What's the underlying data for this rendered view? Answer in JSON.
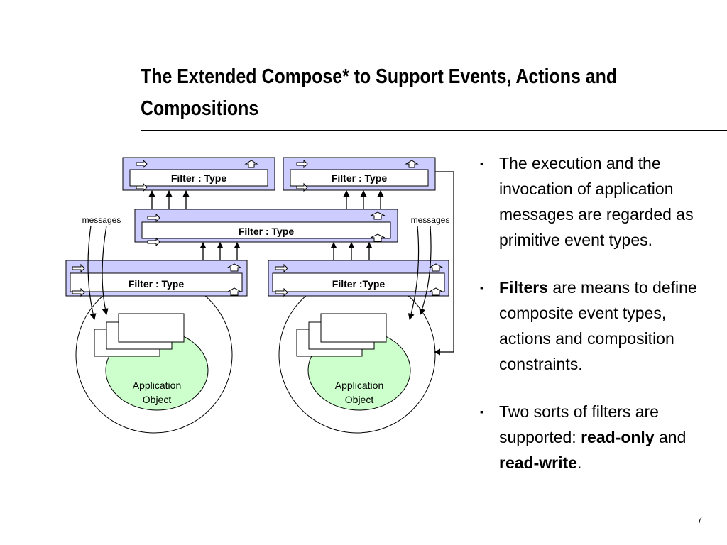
{
  "slide": {
    "title": "The Extended Compose* to Support Events, Actions and Compositions",
    "page_number": "7"
  },
  "bullets": [
    {
      "parts": [
        {
          "text": "The execution and the invocation of application messages are regarded as primitive event types.",
          "bold": false
        }
      ]
    },
    {
      "parts": [
        {
          "text": "Filters",
          "bold": true
        },
        {
          "text": " are means to define composite event types, actions and composition constraints.",
          "bold": false
        }
      ]
    },
    {
      "parts": [
        {
          "text": "Two sorts of filters are supported: ",
          "bold": false
        },
        {
          "text": "read-only",
          "bold": true
        },
        {
          "text": " and ",
          "bold": false
        },
        {
          "text": "read-write",
          "bold": true
        },
        {
          "text": ".",
          "bold": false
        }
      ]
    }
  ],
  "diagram": {
    "filters": {
      "top_left": "Filter : Type",
      "top_right": "Filter : Type",
      "middle": "Filter : Type",
      "bottom_left": "Filter : Type",
      "bottom_right": "Filter :Type"
    },
    "message_labels": {
      "left": "messages",
      "right": "messages"
    },
    "application_objects": {
      "left": {
        "line1": "Application",
        "line2": "Object"
      },
      "right": {
        "line1": "Application",
        "line2": "Object"
      }
    },
    "colors": {
      "filter_fill": "#ccccff",
      "application_object_fill": "#ccffcc",
      "stroke": "#000000"
    }
  }
}
